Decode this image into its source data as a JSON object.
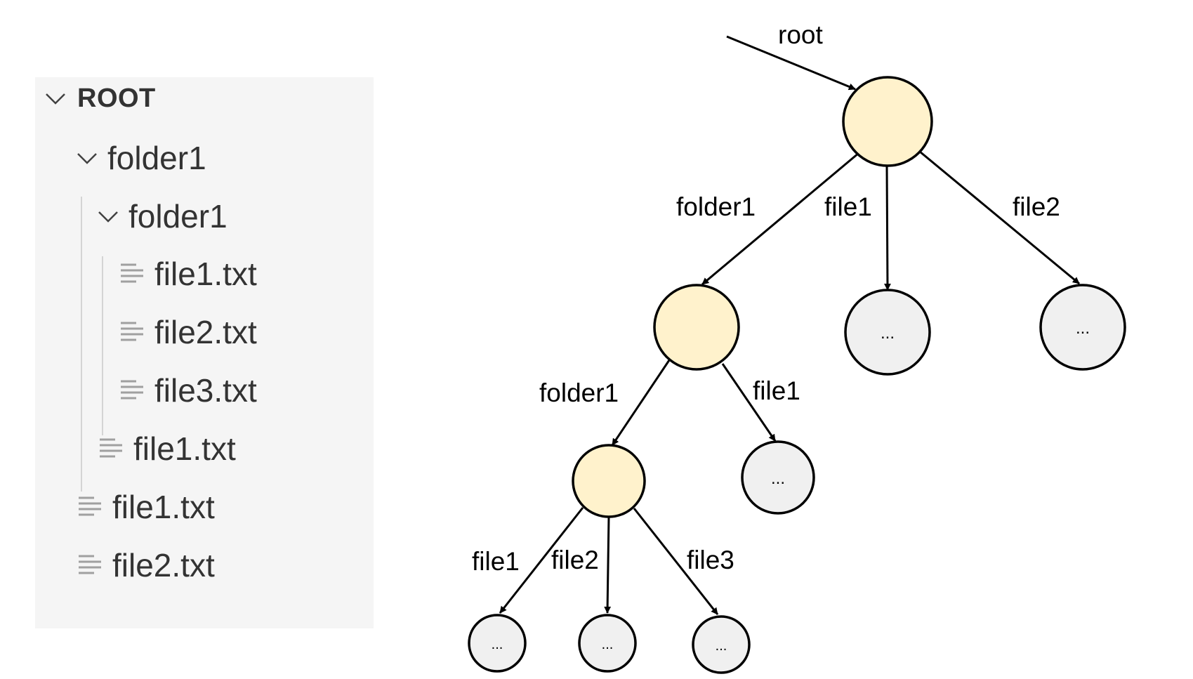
{
  "explorer": {
    "root_label": "ROOT",
    "items": [
      {
        "label": "folder1",
        "type": "folder"
      },
      {
        "label": "folder1",
        "type": "folder"
      },
      {
        "label": "file1.txt",
        "type": "file"
      },
      {
        "label": "file2.txt",
        "type": "file"
      },
      {
        "label": "file3.txt",
        "type": "file"
      },
      {
        "label": "file1.txt",
        "type": "file"
      },
      {
        "label": "file1.txt",
        "type": "file"
      },
      {
        "label": "file2.txt",
        "type": "file"
      }
    ],
    "icons": {
      "folder": "chevron-down-icon",
      "file": "text-file-icon"
    }
  },
  "tree": {
    "root_label": "root",
    "edges": {
      "root_folder1": "folder1",
      "root_file1": "file1",
      "root_file2": "file2",
      "sub_folder1": "folder1",
      "sub_file1": "file1",
      "leaf_file1": "file1",
      "leaf_file2": "file2",
      "leaf_file3": "file3"
    },
    "placeholder": "...",
    "colors": {
      "directory_node": "#fff2cc",
      "file_node": "#f0f0f0",
      "stroke": "#000000"
    }
  }
}
